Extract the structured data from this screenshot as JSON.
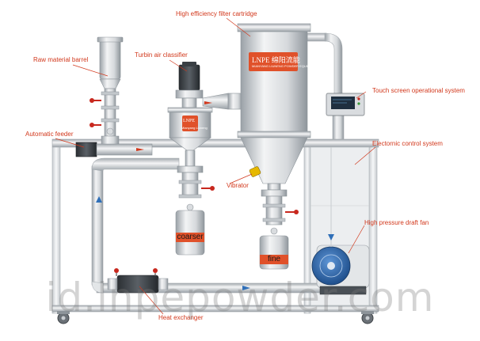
{
  "labels": {
    "filter_cartridge": "High efficiency filter cartridge",
    "raw_material_barrel": "Raw material barrel",
    "turbine_classifier": "Turbin air classifier",
    "touch_screen": "Touch screen operational system",
    "automatic_feeder": "Automatic feeder",
    "electronic_control": "Electornic control system",
    "vibrator": "Vibrator",
    "draft_fan": "High pressure draft fan",
    "heat_exchanger": "Heat exchanger"
  },
  "product_tags": {
    "coarser": "coarser",
    "fine": "fine"
  },
  "branding": {
    "cartridge_brand": "LNPE 绵阳流能",
    "cartridge_sub": "MIANYANG LIUNENG POWDER EQUIPMENT CO.,LTD",
    "classifier_brand": "LNPE",
    "classifier_sub": "Mianyang Liuneng"
  },
  "watermark": "id.lnpepowder.com",
  "colors": {
    "label_red": "#d2381c",
    "steel_light": "#e9ebed",
    "steel_dark": "#8d949a",
    "frame_white": "#f4f5f6",
    "tag_orange": "#e0512a",
    "motor_blue": "#2f6fb8",
    "valve_red": "#c8281e"
  },
  "icons": [
    "flow-arrow-icon",
    "lnpe-logo-icon",
    "vibrator-icon",
    "motor-icon",
    "touch-screen-icon"
  ]
}
